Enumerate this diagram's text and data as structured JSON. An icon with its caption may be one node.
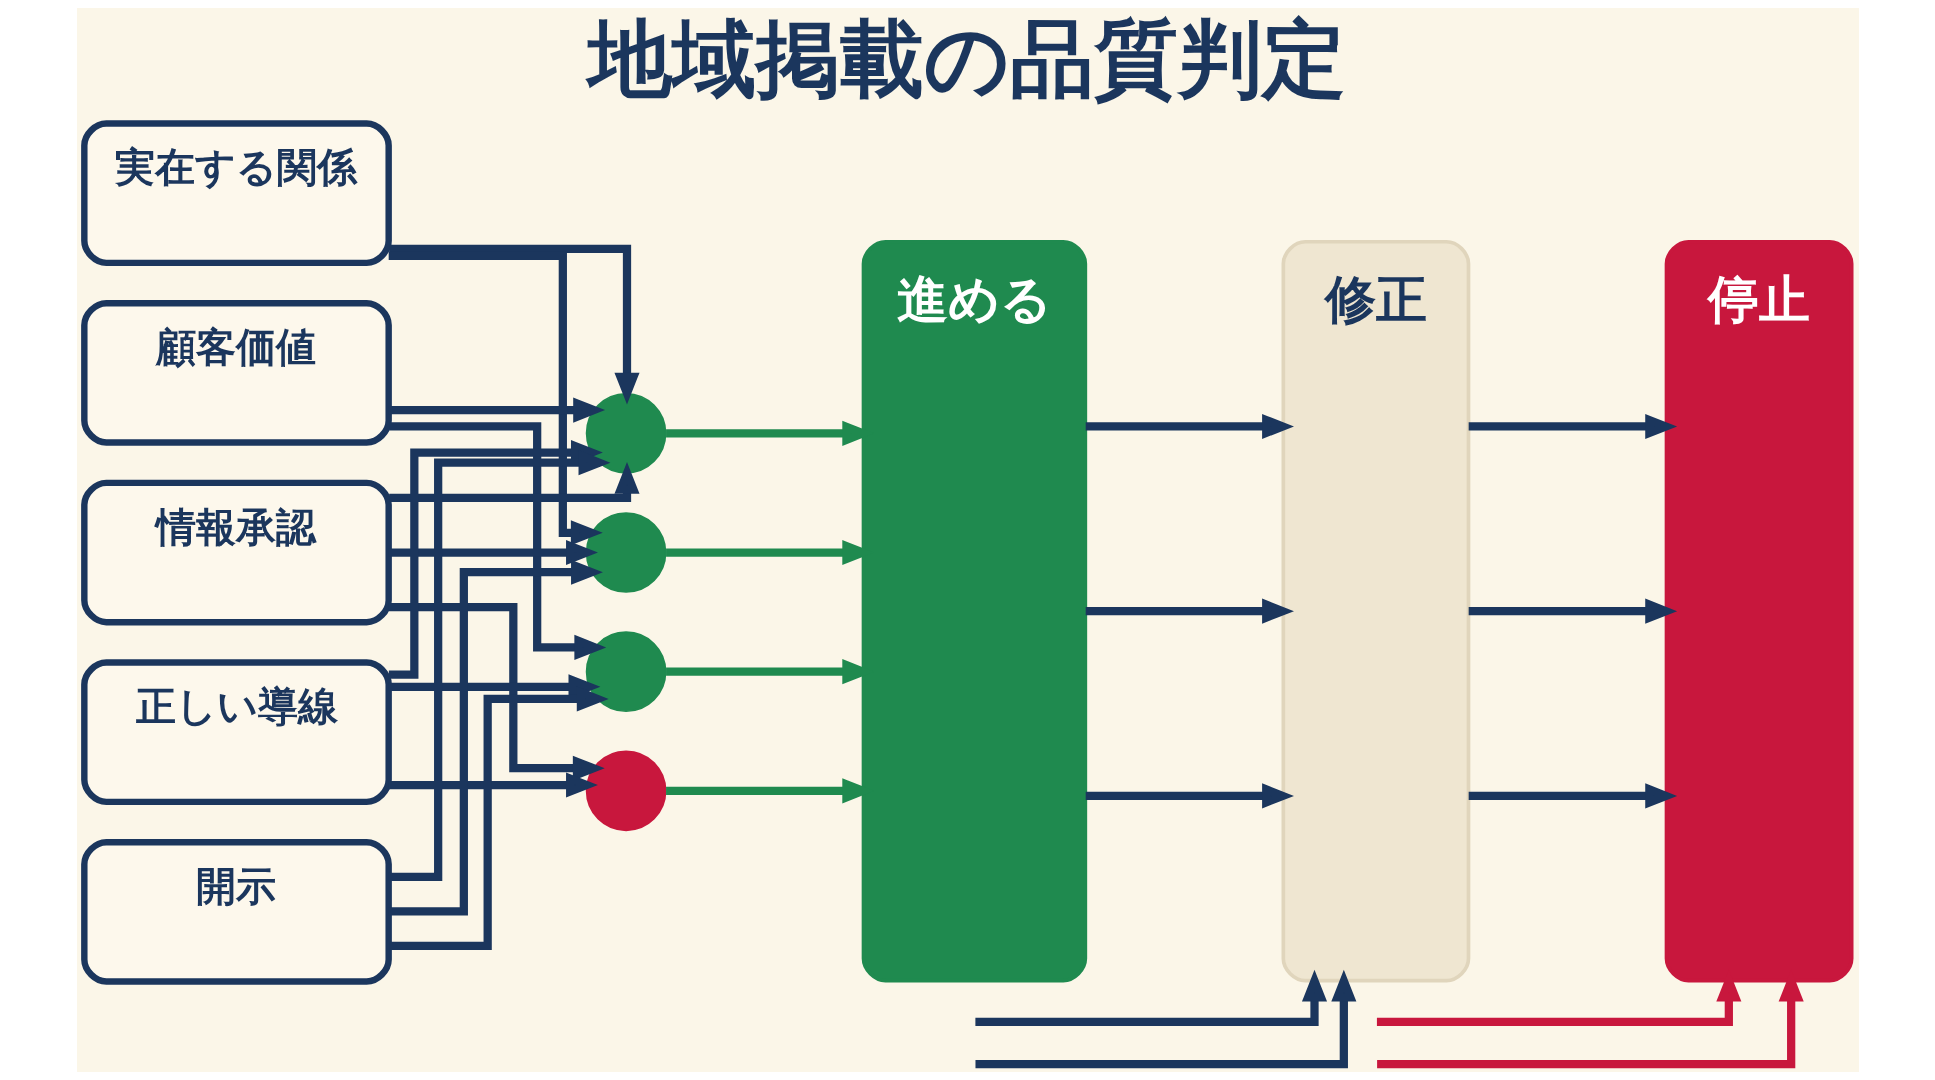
{
  "diagram": {
    "title": "地域掲載の品質判定",
    "nodes": [
      {
        "text": [
          "実在する関係"
        ]
      },
      {
        "text": [
          "顧客価値"
        ]
      },
      {
        "text": [
          "情報承認"
        ]
      },
      {
        "text": [
          "正しい導線"
        ]
      },
      {
        "text": [
          "開示"
        ]
      },
      {
        "text": [
          "進める"
        ]
      },
      {
        "text": [
          "修正"
        ]
      },
      {
        "text": [
          "停止"
        ]
      },
      {
        "text": [],
        "shape": "circle"
      },
      {
        "text": [],
        "shape": "circle"
      },
      {
        "text": [],
        "shape": "circle"
      },
      {
        "text": [],
        "shape": "circle"
      }
    ],
    "edges": [
      {
        "from": 0,
        "to": 8,
        "arrow": "to"
      },
      {
        "from": 0,
        "to": 9,
        "arrow": "to"
      },
      {
        "from": 1,
        "to": 8,
        "arrow": "to"
      },
      {
        "from": 1,
        "to": 10,
        "arrow": "to"
      },
      {
        "from": 2,
        "to": 8,
        "arrow": "to"
      },
      {
        "from": 2,
        "to": 9,
        "arrow": "to"
      },
      {
        "from": 2,
        "to": 11,
        "arrow": "to"
      },
      {
        "from": 3,
        "to": 8,
        "arrow": "to"
      },
      {
        "from": 3,
        "to": 10,
        "arrow": "to"
      },
      {
        "from": 3,
        "to": 11,
        "arrow": "to"
      },
      {
        "from": 4,
        "to": 8,
        "arrow": "to"
      },
      {
        "from": 4,
        "to": 9,
        "arrow": "to"
      },
      {
        "from": 4,
        "to": 10,
        "arrow": "to"
      },
      {
        "from": 8,
        "to": 5,
        "arrow": "to",
        "color": "#1f8a4f"
      },
      {
        "from": 9,
        "to": 5,
        "arrow": "to",
        "color": "#1f8a4f"
      },
      {
        "from": 10,
        "to": 5,
        "arrow": "to",
        "color": "#1f8a4f"
      },
      {
        "from": 11,
        "to": 5,
        "arrow": "to",
        "color": "#1f8a4f"
      },
      {
        "from": 5,
        "to": 6,
        "arrow": "to"
      },
      {
        "from": 5,
        "to": 6,
        "arrow": "to"
      },
      {
        "from": 5,
        "to": 6,
        "arrow": "to"
      },
      {
        "from": null,
        "to": 6,
        "arrow": "to"
      },
      {
        "from": null,
        "to": 6,
        "arrow": "to"
      },
      {
        "from": 6,
        "to": 7,
        "arrow": "to"
      },
      {
        "from": 6,
        "to": 7,
        "arrow": "to"
      },
      {
        "from": 6,
        "to": 7,
        "arrow": "to"
      },
      {
        "from": null,
        "to": 7,
        "arrow": "to",
        "color": "#c8173d"
      },
      {
        "from": null,
        "to": 7,
        "arrow": "to",
        "color": "#c8173d"
      }
    ]
  }
}
